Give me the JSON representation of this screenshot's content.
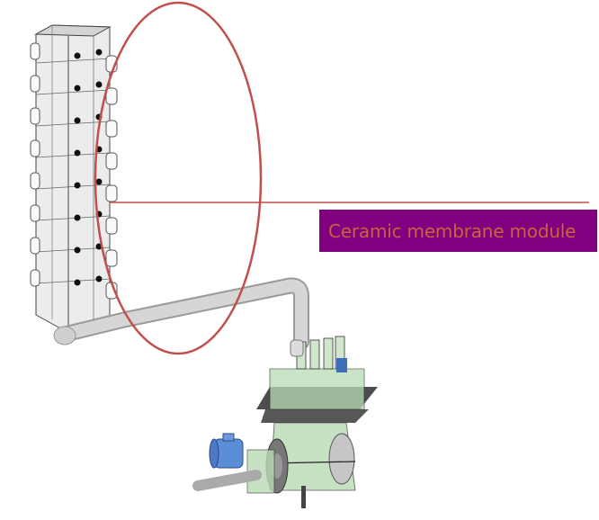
{
  "diagram": {
    "callout_label": "Ceramic membrane module",
    "colors": {
      "annotation_red": "#c0504d",
      "callout_bg": "#800080",
      "callout_text": "#c8643c",
      "module_gray": "#d9d9d9",
      "compressor_green": "#b8dcb4",
      "motor_blue": "#5b8ed6",
      "platform_dark": "#3a3a3a"
    },
    "components": [
      {
        "name": "ceramic-membrane-module",
        "description": "Tall stacked membrane housing with side nozzles"
      },
      {
        "name": "connecting-pipe",
        "description": "Gray pipe from module base to compressor inlet"
      },
      {
        "name": "compressor-unit",
        "description": "Green reciprocating compressor with platforms"
      },
      {
        "name": "drive-motor",
        "description": "Blue electric motor with flywheel"
      }
    ]
  }
}
